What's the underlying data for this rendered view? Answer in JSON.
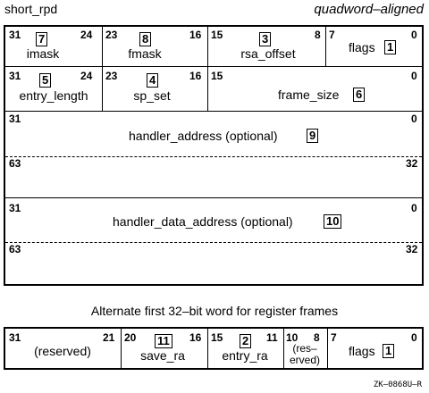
{
  "header": {
    "title": "short_rpd",
    "alignment": "quadword–aligned"
  },
  "row1": {
    "imask": {
      "hi": "31",
      "lo": "24",
      "ref": "7",
      "label": "imask"
    },
    "fmask": {
      "hi": "23",
      "lo": "16",
      "ref": "8",
      "label": "fmask"
    },
    "rsa": {
      "hi": "15",
      "lo": "8",
      "ref": "3",
      "label": "rsa_offset"
    },
    "flags": {
      "hi": "7",
      "lo": "0",
      "ref": "1",
      "label": "flags"
    }
  },
  "row2": {
    "entry": {
      "hi": "31",
      "lo": "24",
      "ref": "5",
      "label": "entry_length"
    },
    "spset": {
      "hi": "23",
      "lo": "16",
      "ref": "4",
      "label": "sp_set"
    },
    "frame": {
      "hi": "15",
      "lo": "0",
      "ref": "6",
      "label": "frame_size"
    }
  },
  "handler": {
    "hi1": "31",
    "lo1": "0",
    "hi2": "63",
    "lo2": "32",
    "ref": "9",
    "label": "handler_address (optional)"
  },
  "handler_data": {
    "hi1": "31",
    "lo1": "0",
    "hi2": "63",
    "lo2": "32",
    "ref": "10",
    "label": "handler_data_address (optional)"
  },
  "alt_title": "Alternate first 32–bit word for register frames",
  "alt": {
    "reserved": {
      "hi": "31",
      "lo": "21",
      "label": "(reserved)"
    },
    "save": {
      "hi": "20",
      "lo": "16",
      "ref": "11",
      "label": "save_ra"
    },
    "entry": {
      "hi": "15",
      "lo": "11",
      "ref": "2",
      "label": "entry_ra"
    },
    "res2": {
      "hi": "10",
      "lo": "8",
      "line1": "(res–",
      "line2": "erved)"
    },
    "flags": {
      "hi": "7",
      "lo": "0",
      "ref": "1",
      "label": "flags"
    }
  },
  "footer": "ZK–0868U–R"
}
